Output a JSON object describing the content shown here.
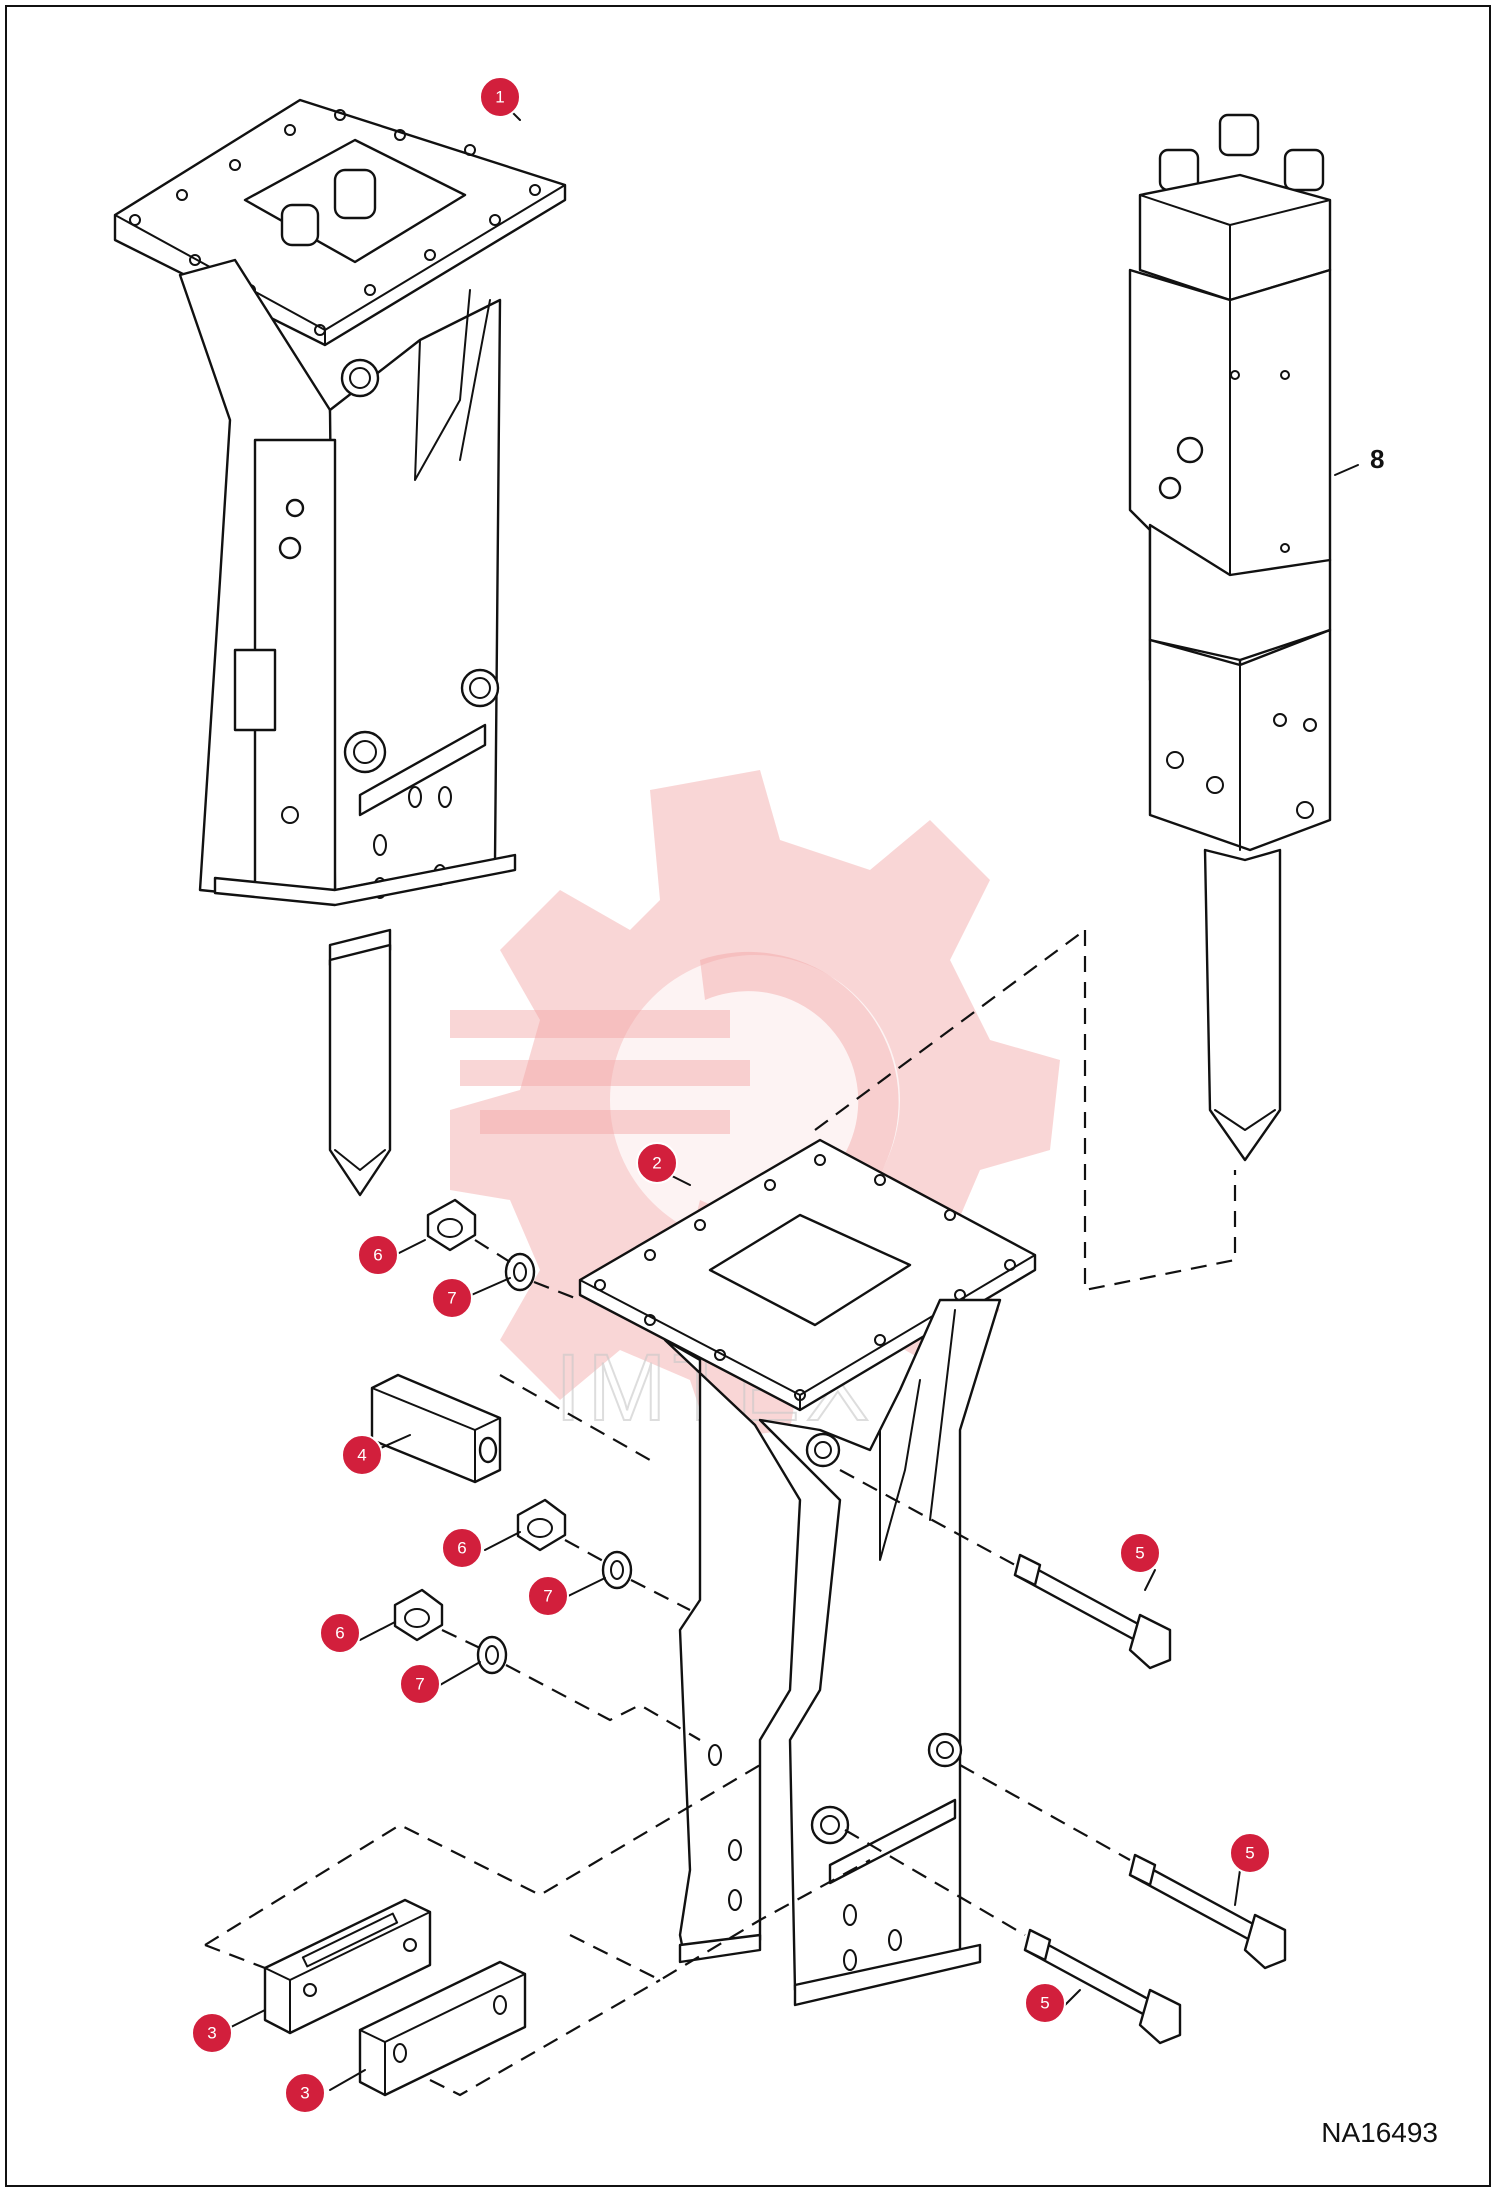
{
  "drawing_number": "NA16493",
  "watermark_text": "IMTEX",
  "accent_color": "#d21f3c",
  "callouts": [
    {
      "id": "c1",
      "label": "1"
    },
    {
      "id": "c2",
      "label": "2"
    },
    {
      "id": "c3a",
      "label": "3"
    },
    {
      "id": "c3b",
      "label": "3"
    },
    {
      "id": "c4",
      "label": "4"
    },
    {
      "id": "c5a",
      "label": "5"
    },
    {
      "id": "c5b",
      "label": "5"
    },
    {
      "id": "c5c",
      "label": "5"
    },
    {
      "id": "c6a",
      "label": "6"
    },
    {
      "id": "c6b",
      "label": "6"
    },
    {
      "id": "c6c",
      "label": "6"
    },
    {
      "id": "c7a",
      "label": "7"
    },
    {
      "id": "c7b",
      "label": "7"
    },
    {
      "id": "c7c",
      "label": "7"
    }
  ],
  "part_numbers": [
    {
      "id": "n8",
      "label": "8"
    }
  ]
}
